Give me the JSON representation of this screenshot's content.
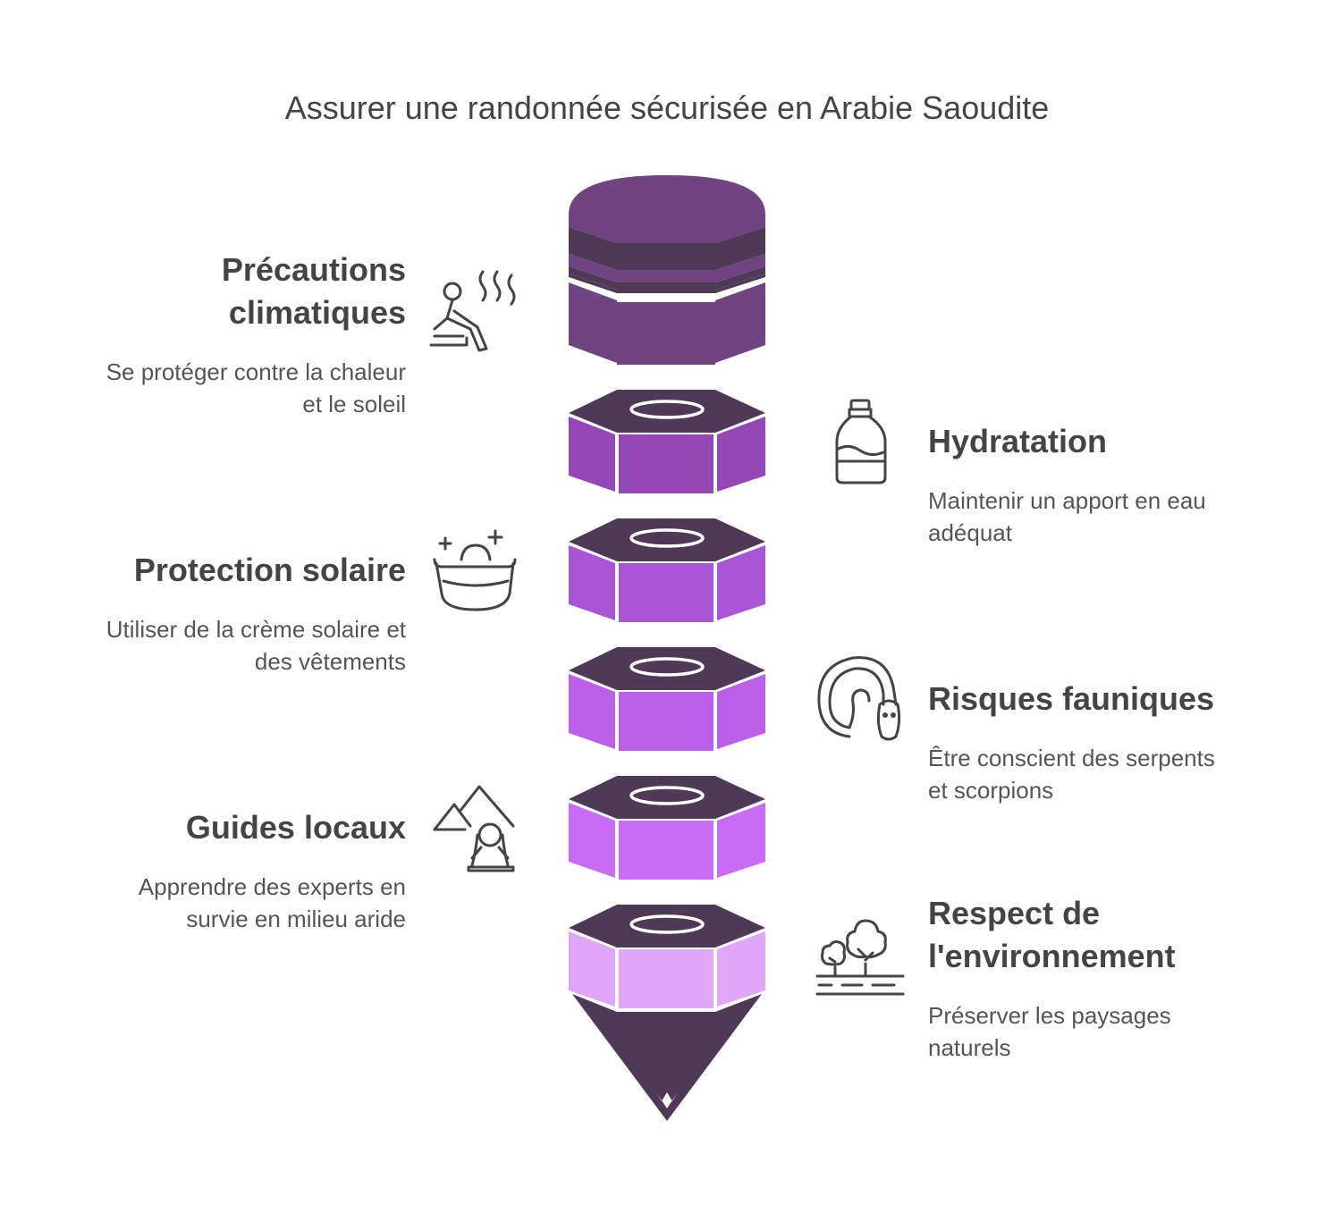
{
  "title": "Assurer une randonnée sécurisée en Arabie Saoudite",
  "colors": {
    "cap": "#6e4580",
    "dark_top": "#4e3a57",
    "layer1": "#9448b5",
    "layer2": "#aa55d6",
    "layer3": "#bb5ee8",
    "layer4": "#c96cf5",
    "layer5": "#e0a6f7",
    "tip": "#4e3a57",
    "text": "#444444"
  },
  "items": [
    {
      "title_lines": [
        "Précautions",
        "climatiques"
      ],
      "desc_lines": [
        "Se protéger contre la chaleur",
        "et le soleil"
      ],
      "icon": "heat-sitting-person-icon"
    },
    {
      "title_lines": [
        "Hydratation"
      ],
      "desc_lines": [
        "Maintenir un apport en eau",
        "adéquat"
      ],
      "icon": "water-bottle-icon"
    },
    {
      "title_lines": [
        "Protection solaire"
      ],
      "desc_lines": [
        "Utiliser de la crème solaire et",
        "des vêtements"
      ],
      "icon": "sunscreen-bowl-icon"
    },
    {
      "title_lines": [
        "Risques fauniques"
      ],
      "desc_lines": [
        "Être conscient des serpents",
        "et scorpions"
      ],
      "icon": "snake-icon"
    },
    {
      "title_lines": [
        "Guides locaux"
      ],
      "desc_lines": [
        "Apprendre des experts en",
        "survie en milieu aride"
      ],
      "icon": "guide-mountain-icon"
    },
    {
      "title_lines": [
        "Respect de",
        "l'environnement"
      ],
      "desc_lines": [
        "Préserver les paysages",
        "naturels"
      ],
      "icon": "trees-landscape-icon"
    }
  ]
}
